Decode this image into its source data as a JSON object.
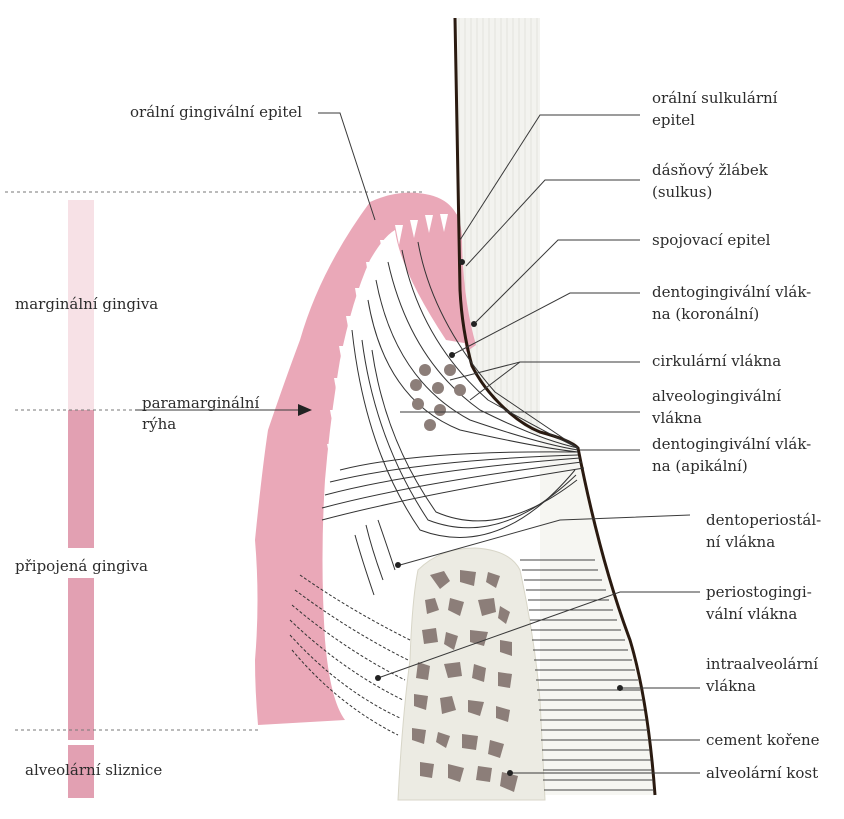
{
  "zones": {
    "marginal": "marginální gingiva",
    "attached": "připojená gingiva",
    "mucosa": "alveolární sliznice",
    "groove_line1": "paramarginální",
    "groove_line2": "rýha"
  },
  "labels": {
    "oral_gingival_epithelium": "orální gingivální epitel",
    "oral_sulcular_1": "orální sulkulární",
    "oral_sulcular_2": "epitel",
    "sulcus_1": "dásňový žlábek",
    "sulcus_2": "(sulkus)",
    "junctional": "spojovací epitel",
    "dg_coronal_1": "dentogingivální vlák-",
    "dg_coronal_2": "na (koronální)",
    "circular": "cirkulární vlákna",
    "alveologingival_1": "alveologingivální",
    "alveologingival_2": "vlákna",
    "dg_apical_1": "dentogingivální vlák-",
    "dg_apical_2": "na (apikální)",
    "dentoperiosteal_1": "dentoperiostál-",
    "dentoperiosteal_2": "ní vlákna",
    "periostogingival_1": "periostogingi-",
    "periostogingival_2": "vální vlákna",
    "intraalveolar_1": "intraalveolární",
    "intraalveolar_2": "vlákna",
    "root_cementum": "cement kořene",
    "alveolar_bone": "alveolární kost"
  },
  "colors": {
    "gingiva_pink": "#eaa8b8",
    "bar_light": "#f7e1e6",
    "bar_dark": "#e2a0b2",
    "tooth": "#f3f3ef",
    "bone_fill": "#ecebe3",
    "bone_chip": "#8c7e79",
    "tooth_surface": "#2a1a10",
    "leader": "#3a3a3a"
  }
}
